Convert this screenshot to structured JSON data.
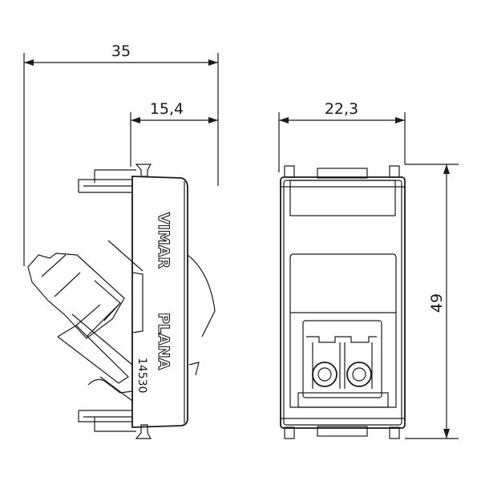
{
  "dimensions": {
    "overall_depth": "35",
    "front_depth": "15,4",
    "width": "22,3",
    "height": "49"
  },
  "markings": {
    "brand": "VIMAR",
    "series": "PLANA",
    "article_code": "14530"
  },
  "colors": {
    "line": "#1a1a1a",
    "background": "#ffffff"
  }
}
